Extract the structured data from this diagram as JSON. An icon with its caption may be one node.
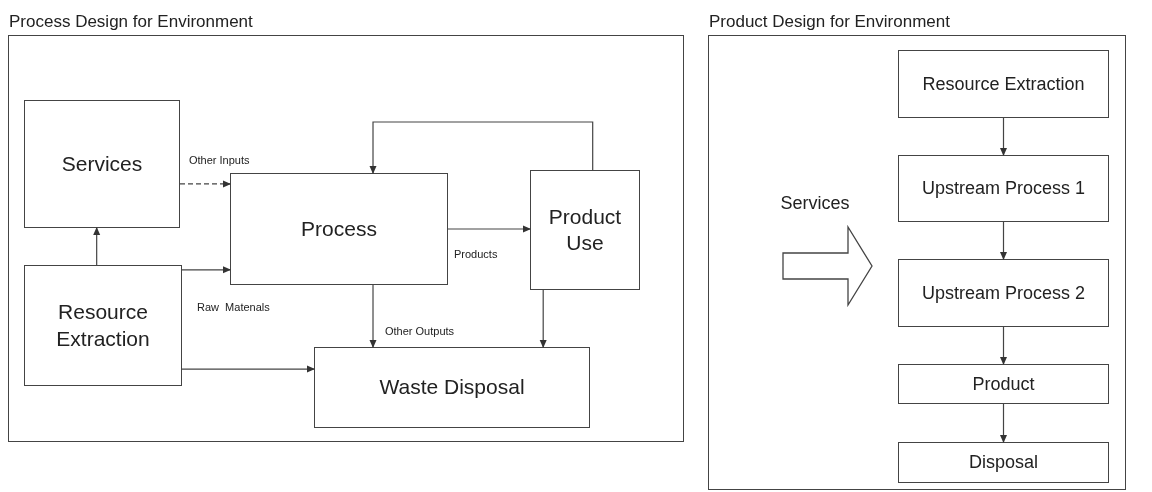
{
  "diagram": {
    "nodes": [
      {
        "text": [
          "Process Design for Environment"
        ]
      },
      {
        "text": [
          "Services"
        ],
        "in": 0
      },
      {
        "text": [
          "Process"
        ],
        "in": 0
      },
      {
        "text": [
          "Product Use"
        ],
        "in": 0
      },
      {
        "text": [
          "Resource Extraction"
        ],
        "in": 0
      },
      {
        "text": [
          "Waste Disposal"
        ],
        "in": 0
      },
      {
        "text": [
          "Product Design for Environment"
        ]
      },
      {
        "text": [
          "Services"
        ],
        "in": 6
      },
      {
        "text": [
          "Resource Extraction"
        ],
        "in": 6
      },
      {
        "text": [
          "Upstream Process 1"
        ],
        "in": 6
      },
      {
        "text": [
          "Upstream Process 2"
        ],
        "in": 6
      },
      {
        "text": [
          "Product"
        ],
        "in": 6
      },
      {
        "text": [
          "Disposal"
        ],
        "in": 6
      }
    ],
    "edges": [
      {
        "from": 1,
        "to": 2,
        "arrow": "to",
        "label": "Other Inputs",
        "style": "dashed"
      },
      {
        "from": 4,
        "to": 1,
        "arrow": "to"
      },
      {
        "from": 4,
        "to": 2,
        "arrow": "to",
        "label": "Raw  Matenals"
      },
      {
        "from": 4,
        "to": 5,
        "arrow": "to"
      },
      {
        "from": 2,
        "to": 3,
        "arrow": "to",
        "label": "Products"
      },
      {
        "from": 2,
        "to": 5,
        "arrow": "to",
        "label": "Other Outputs"
      },
      {
        "from": 3,
        "to": 5,
        "arrow": "to"
      },
      {
        "from": 3,
        "to": 2,
        "arrow": "to"
      },
      {
        "from": 7,
        "to": null,
        "arrow": "to",
        "style": "thick"
      },
      {
        "from": 8,
        "to": 9,
        "arrow": "to"
      },
      {
        "from": 9,
        "to": 10,
        "arrow": "to"
      },
      {
        "from": 10,
        "to": 11,
        "arrow": "to"
      },
      {
        "from": 11,
        "to": 12,
        "arrow": "to"
      }
    ]
  }
}
